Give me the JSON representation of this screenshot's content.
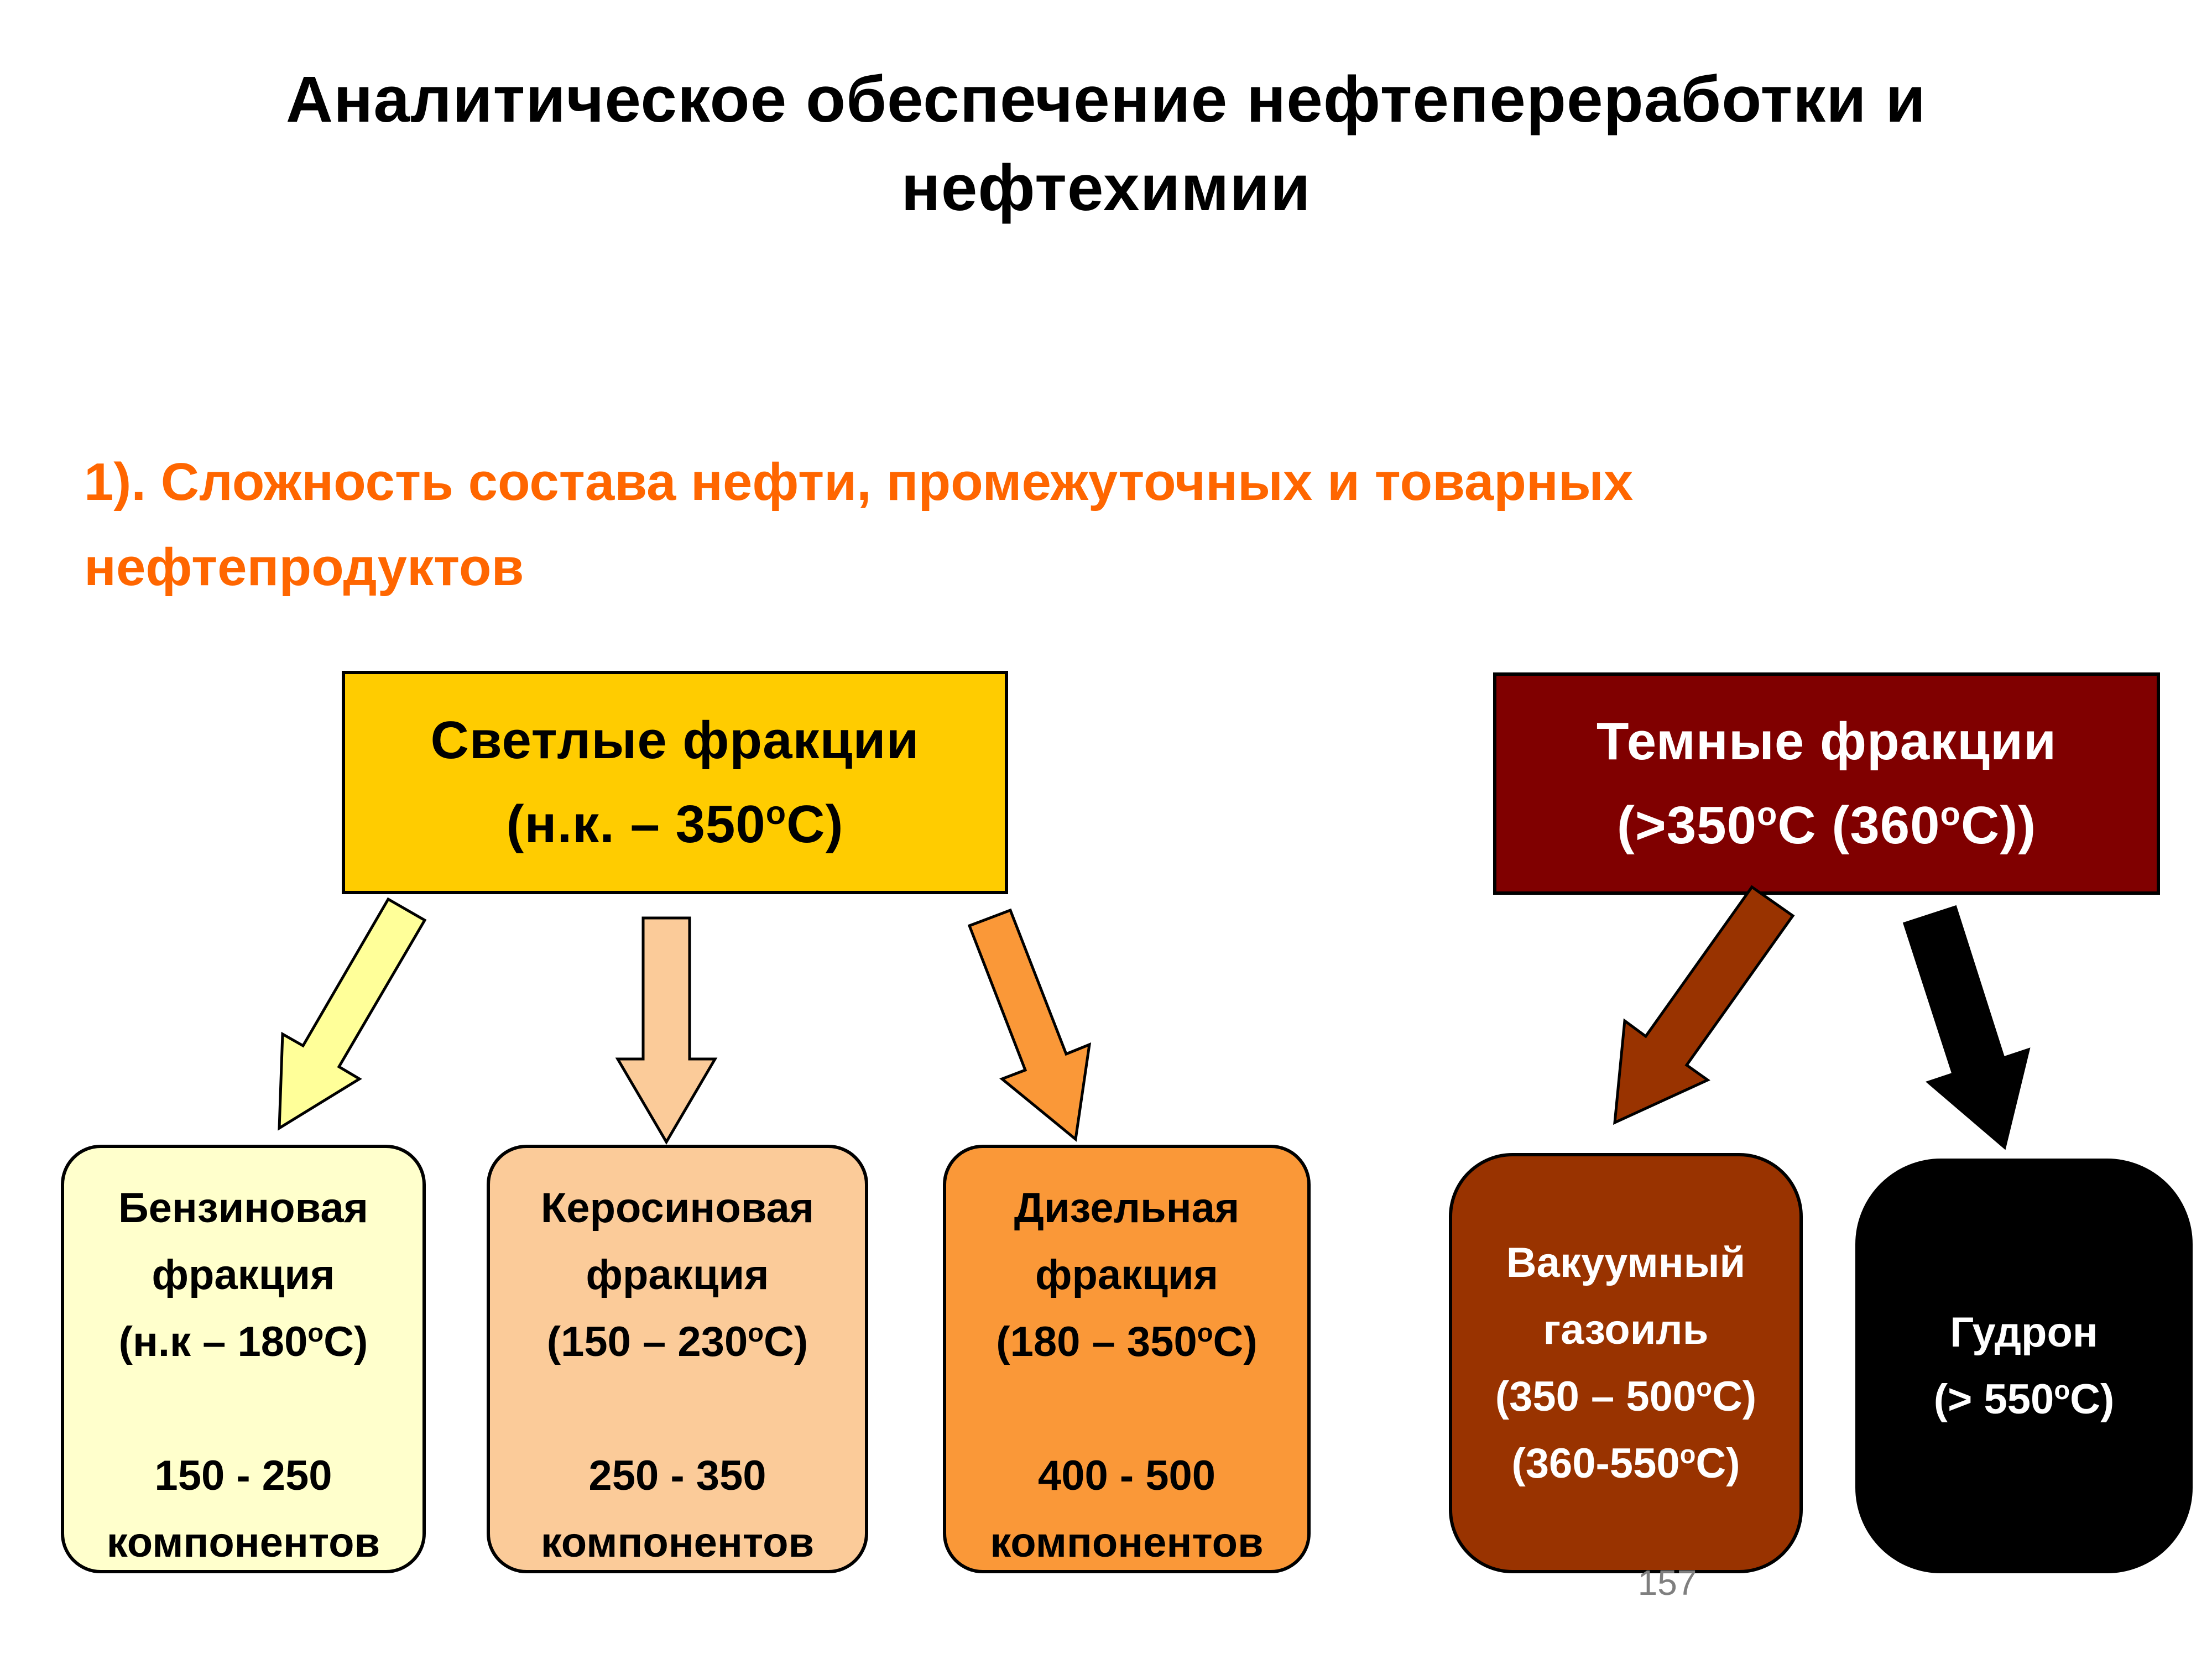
{
  "slide": {
    "title_lines": [
      "Аналитическое обеспечение нефтепереработки и",
      "нефтехимии"
    ],
    "page_number": "157",
    "background": "#FFFFFF"
  },
  "subtitle": {
    "lines": [
      "1). Сложность состава нефти, промежуточных и товарных",
      "нефтепродуктов"
    ],
    "color": "#FF6600"
  },
  "top_boxes": [
    {
      "id": "light-fractions",
      "lines": [
        "Светлые фракции",
        "(н.к. – 350{o}С)"
      ],
      "fill": "#FFCC00",
      "text_color": "#000000"
    },
    {
      "id": "dark-fractions",
      "lines": [
        "Темные фракции",
        "(>350{o}С (360{o}С))"
      ],
      "fill": "#800000",
      "text_color": "#FFFFFF"
    }
  ],
  "bottom_boxes": [
    {
      "id": "gasoline-fraction",
      "lines": [
        "Бензиновая",
        "фракция",
        "(н.к – 180{o}С)",
        "",
        "150 - 250",
        "компонентов"
      ],
      "fill": "#FFFFCC",
      "text_color": "#000000"
    },
    {
      "id": "kerosene-fraction",
      "lines": [
        "Керосиновая",
        "фракция",
        "(150 – 230{o}С)",
        "",
        "250 - 350",
        "компонентов"
      ],
      "fill": "#FBCB99",
      "text_color": "#000000"
    },
    {
      "id": "diesel-fraction",
      "lines": [
        "Дизельная",
        "фракция",
        "(180 – 350{o}С)",
        "",
        "400 - 500",
        "компонентов"
      ],
      "fill": "#FA9838",
      "text_color": "#000000"
    },
    {
      "id": "vacuum-gasoil",
      "lines": [
        "Вакуумный",
        "газоиль",
        "(350 – 500{o}С)",
        "(360-550{o}С)"
      ],
      "fill": "#993300",
      "text_color": "#FFFFFF"
    },
    {
      "id": "tar",
      "lines": [
        "Гудрон",
        "(> 550{o}С)"
      ],
      "fill": "#000000",
      "text_color": "#FFFFFF"
    }
  ],
  "arrows": [
    {
      "name": "light-to-gasoline",
      "from": "light-fractions",
      "to": "gasoline-fraction",
      "color": "#FFFF99"
    },
    {
      "name": "light-to-kerosene",
      "from": "light-fractions",
      "to": "kerosene-fraction",
      "color": "#FBCB99"
    },
    {
      "name": "light-to-diesel",
      "from": "light-fractions",
      "to": "diesel-fraction",
      "color": "#FA9838"
    },
    {
      "name": "dark-to-vacuum-gasoil",
      "from": "dark-fractions",
      "to": "vacuum-gasoil",
      "color": "#993300"
    },
    {
      "name": "dark-to-tar",
      "from": "dark-fractions",
      "to": "tar",
      "color": "#000000"
    }
  ]
}
